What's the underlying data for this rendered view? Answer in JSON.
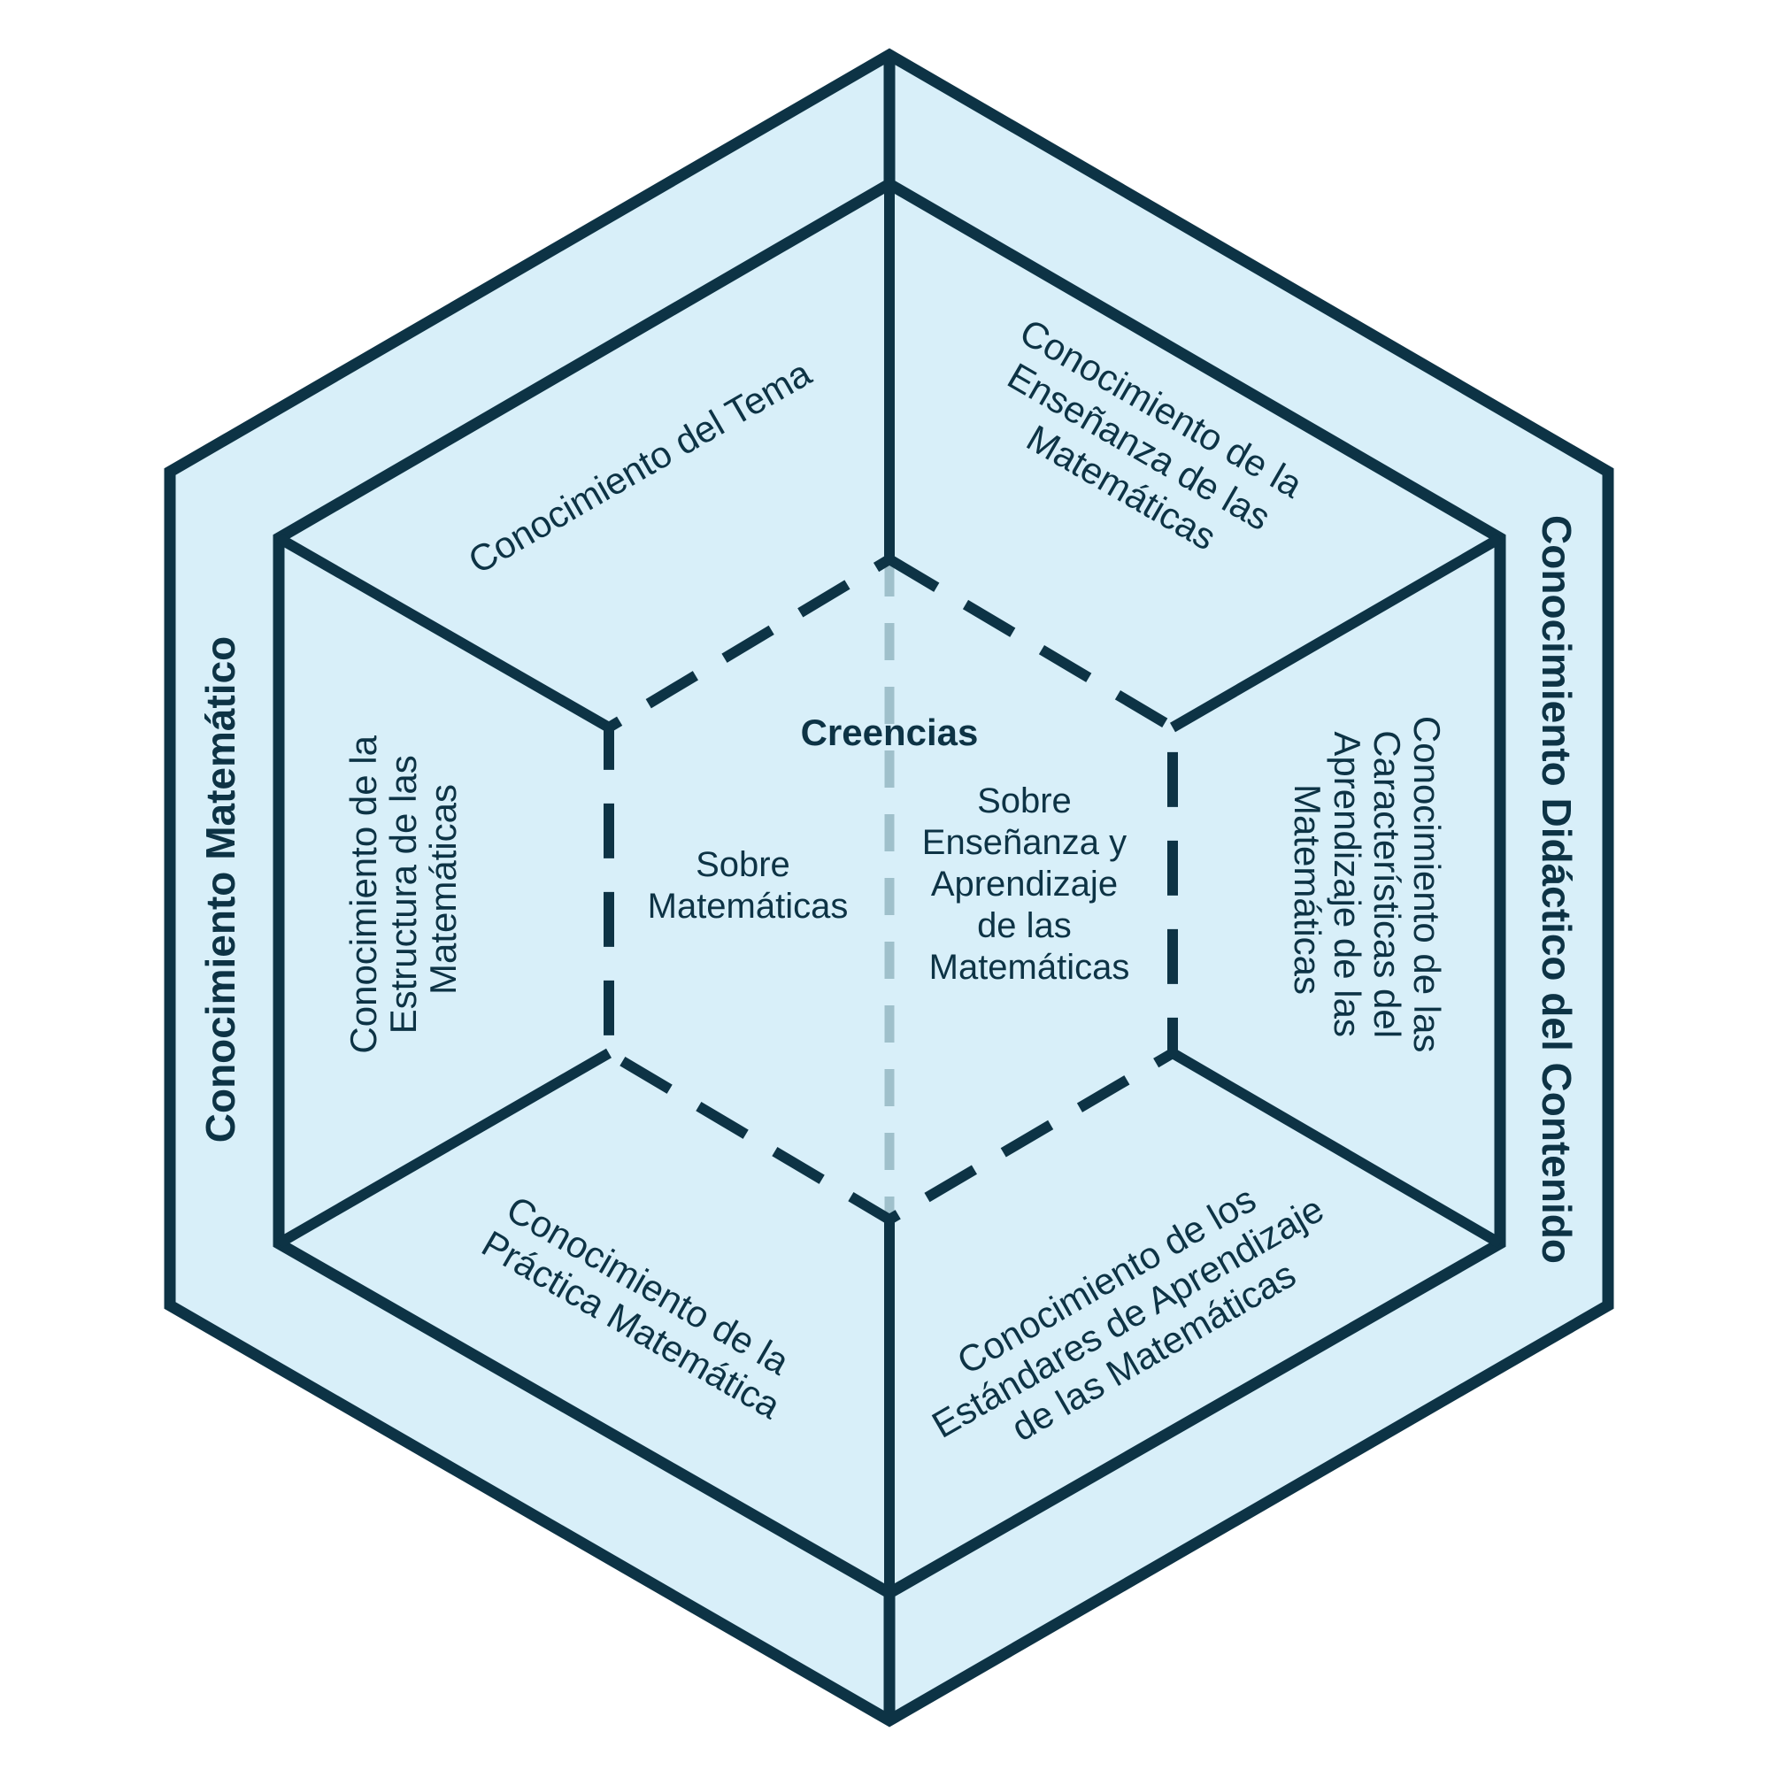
{
  "colors": {
    "fill": "#d8eff9",
    "stroke": "#0d3345",
    "divider_faint": "#9fc0cb",
    "background": "#ffffff"
  },
  "outer_labels": {
    "left": "Conocimiento Matemático",
    "right": "Conocimiento Didáctico del Contenido"
  },
  "sections": {
    "top_left": [
      "Conocimiento del Tema"
    ],
    "top_right": [
      "Conocimiento de la",
      "Enseñanza de las",
      "Matemáticas"
    ],
    "left": [
      "Conocimiento de la",
      "Estructura de las",
      "Matemáticas"
    ],
    "right": [
      "Conocimiento de las",
      "Características del",
      "Aprendizaje de las",
      "Matemáticas"
    ],
    "bottom_left": [
      "Conocimiento de la",
      "Práctica Matemática"
    ],
    "bottom_right": [
      "Conocimiento de los",
      "Estándares de Aprendizaje",
      "de las Matemáticas"
    ]
  },
  "center": {
    "title": "Creencias",
    "left": [
      "Sobre",
      "Matemáticas"
    ],
    "right": [
      "Sobre",
      "Enseñanza y",
      "Aprendizaje",
      "de las",
      "Matemáticas"
    ]
  }
}
